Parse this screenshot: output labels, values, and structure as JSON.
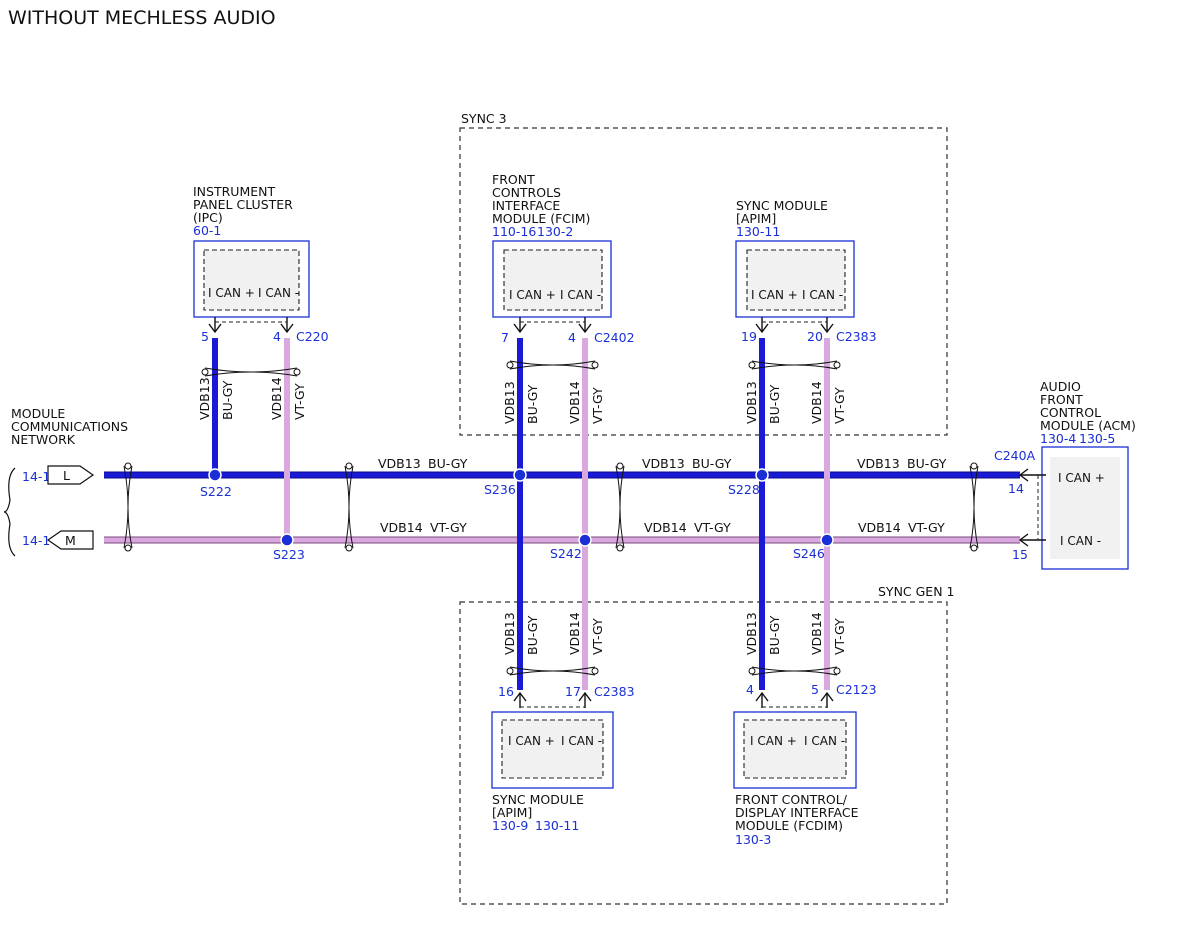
{
  "title": "WITHOUT MECHLESS AUDIO",
  "colors": {
    "bu_gy": "#1a1ad6",
    "vt_gy": "#d9a8de",
    "ref_blue": "#1a2fd6"
  },
  "network": {
    "line1": "MODULE",
    "line2": "COMMUNICATIONS",
    "line3": "NETWORK",
    "ref_l": "14-1",
    "ref_m": "14-1",
    "conn_l": "L",
    "conn_m": "M"
  },
  "groups": {
    "sync3": "SYNC 3",
    "syncgen1": "SYNC GEN 1"
  },
  "ipc": {
    "name1": "INSTRUMENT",
    "name2": "PANEL CLUSTER",
    "name3": "(IPC)",
    "ref": "60-1",
    "pin_plus": "I CAN +",
    "pin_minus": "I CAN -",
    "p1": "5",
    "p2": "4",
    "conn": "C220"
  },
  "fcim": {
    "name1": "FRONT",
    "name2": "CONTROLS",
    "name3": "INTERFACE",
    "name4": "MODULE (FCIM)",
    "ref1": "110-16",
    "ref2": "130-2",
    "pin_plus": "I CAN +",
    "pin_minus": "I CAN -",
    "p1": "7",
    "p2": "4",
    "conn": "C2402"
  },
  "apim_top": {
    "name1": "SYNC MODULE",
    "name2": "[APIM]",
    "ref": "130-11",
    "pin_plus": "I CAN +",
    "pin_minus": "I CAN -",
    "p1": "19",
    "p2": "20",
    "conn": "C2383"
  },
  "acm": {
    "name1": "AUDIO",
    "name2": "FRONT",
    "name3": "CONTROL",
    "name4": "MODULE (ACM)",
    "ref1": "130-4",
    "ref2": "130-5",
    "conn": "C240A",
    "pin_plus": "I CAN +",
    "pin_minus": "I CAN -",
    "p1": "14",
    "p2": "15"
  },
  "apim_bot": {
    "name1": "SYNC MODULE",
    "name2": "[APIM]",
    "ref1": "130-9",
    "ref2": "130-11",
    "pin_plus": "I CAN +",
    "pin_minus": "I CAN -",
    "p1": "16",
    "p2": "17",
    "conn": "C2383"
  },
  "fcdim": {
    "name1": "FRONT CONTROL/",
    "name2": "DISPLAY INTERFACE",
    "name3": "MODULE (FCDIM)",
    "ref": "130-3",
    "pin_plus": "I CAN +",
    "pin_minus": "I CAN -",
    "p1": "4",
    "p2": "5",
    "conn": "C2123"
  },
  "splices": {
    "s222": "S222",
    "s223": "S223",
    "s236": "S236",
    "s242": "S242",
    "s228": "S228",
    "s246": "S246"
  },
  "wires": {
    "circuit_hi": "VDB13",
    "color_hi": "BU-GY",
    "circuit_lo": "VDB14",
    "color_lo": "VT-GY"
  }
}
